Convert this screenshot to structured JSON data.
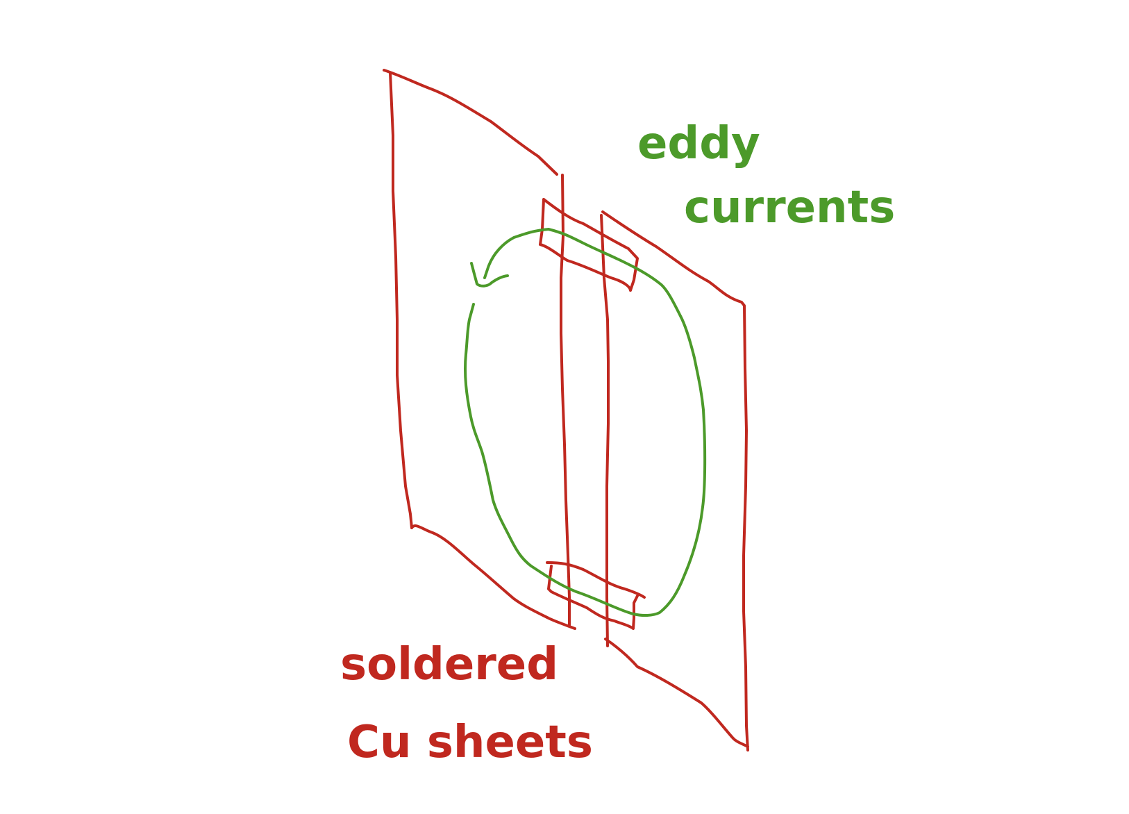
{
  "colors": {
    "sheet": "#c0281f",
    "eddy": "#4c9a2a",
    "background": "#ffffff"
  },
  "labels": {
    "eddy_line1": "eddy",
    "eddy_line2": "currents",
    "soldered_line1": "soldered",
    "soldered_line2": "Cu sheets"
  }
}
